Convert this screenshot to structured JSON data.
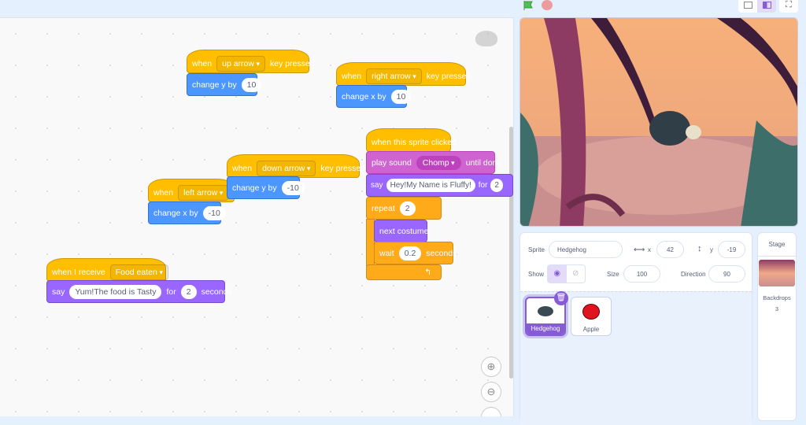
{
  "controls": {
    "green_flag": "green-flag-icon",
    "stop": "stop-icon",
    "small_stage": "small-stage-icon",
    "normal_stage": "normal-stage-icon",
    "fullscreen": "fullscreen-icon"
  },
  "colors": {
    "events": "#FFBF00",
    "motion": "#4C97FF",
    "sound": "#CF63CF",
    "looks": "#9966FF",
    "control": "#FFAB19",
    "accent": "#855CD6"
  },
  "scripts": {
    "s1": {
      "when": "when",
      "key": "up arrow",
      "pressed": "key pressed",
      "op": "change y by",
      "val": "10"
    },
    "s2": {
      "when": "when",
      "key": "right arrow",
      "pressed": "key pressed",
      "op": "change x by",
      "val": "10"
    },
    "s3": {
      "when": "when",
      "key": "down arrow",
      "pressed": "key pressed",
      "op": "change y by",
      "val": "-10"
    },
    "s4": {
      "when": "when",
      "key": "left arrow",
      "op": "change x by",
      "val": "-10"
    },
    "s5": {
      "hat": "when this sprite clicked",
      "play": "play sound",
      "sound": "Chomp",
      "until": "until done",
      "say": "say",
      "msg": "Hey!My Name is Fluffy!",
      "for": "for",
      "secs": "2",
      "repeat": "repeat",
      "times": "2",
      "next": "next costume",
      "wait": "wait",
      "wait_val": "0.2",
      "seconds": "seconds"
    },
    "s6": {
      "when": "when I receive",
      "msg": "Food eaten",
      "say": "say",
      "text": "Yum!The food is Tasty",
      "for": "for",
      "secs": "2",
      "seconds": "seconds"
    }
  },
  "sprite_info": {
    "sprite_label": "Sprite",
    "sprite_name": "Hedgehog",
    "x_label": "x",
    "x": "42",
    "y_label": "y",
    "y": "-19",
    "show_label": "Show",
    "size_label": "Size",
    "size": "100",
    "direction_label": "Direction",
    "direction": "90"
  },
  "sprites": [
    {
      "name": "Hedgehog",
      "selected": true
    },
    {
      "name": "Apple",
      "selected": false
    }
  ],
  "stage_pane": {
    "title": "Stage",
    "backdrops_label": "Backdrops",
    "backdrops_count": "3"
  }
}
